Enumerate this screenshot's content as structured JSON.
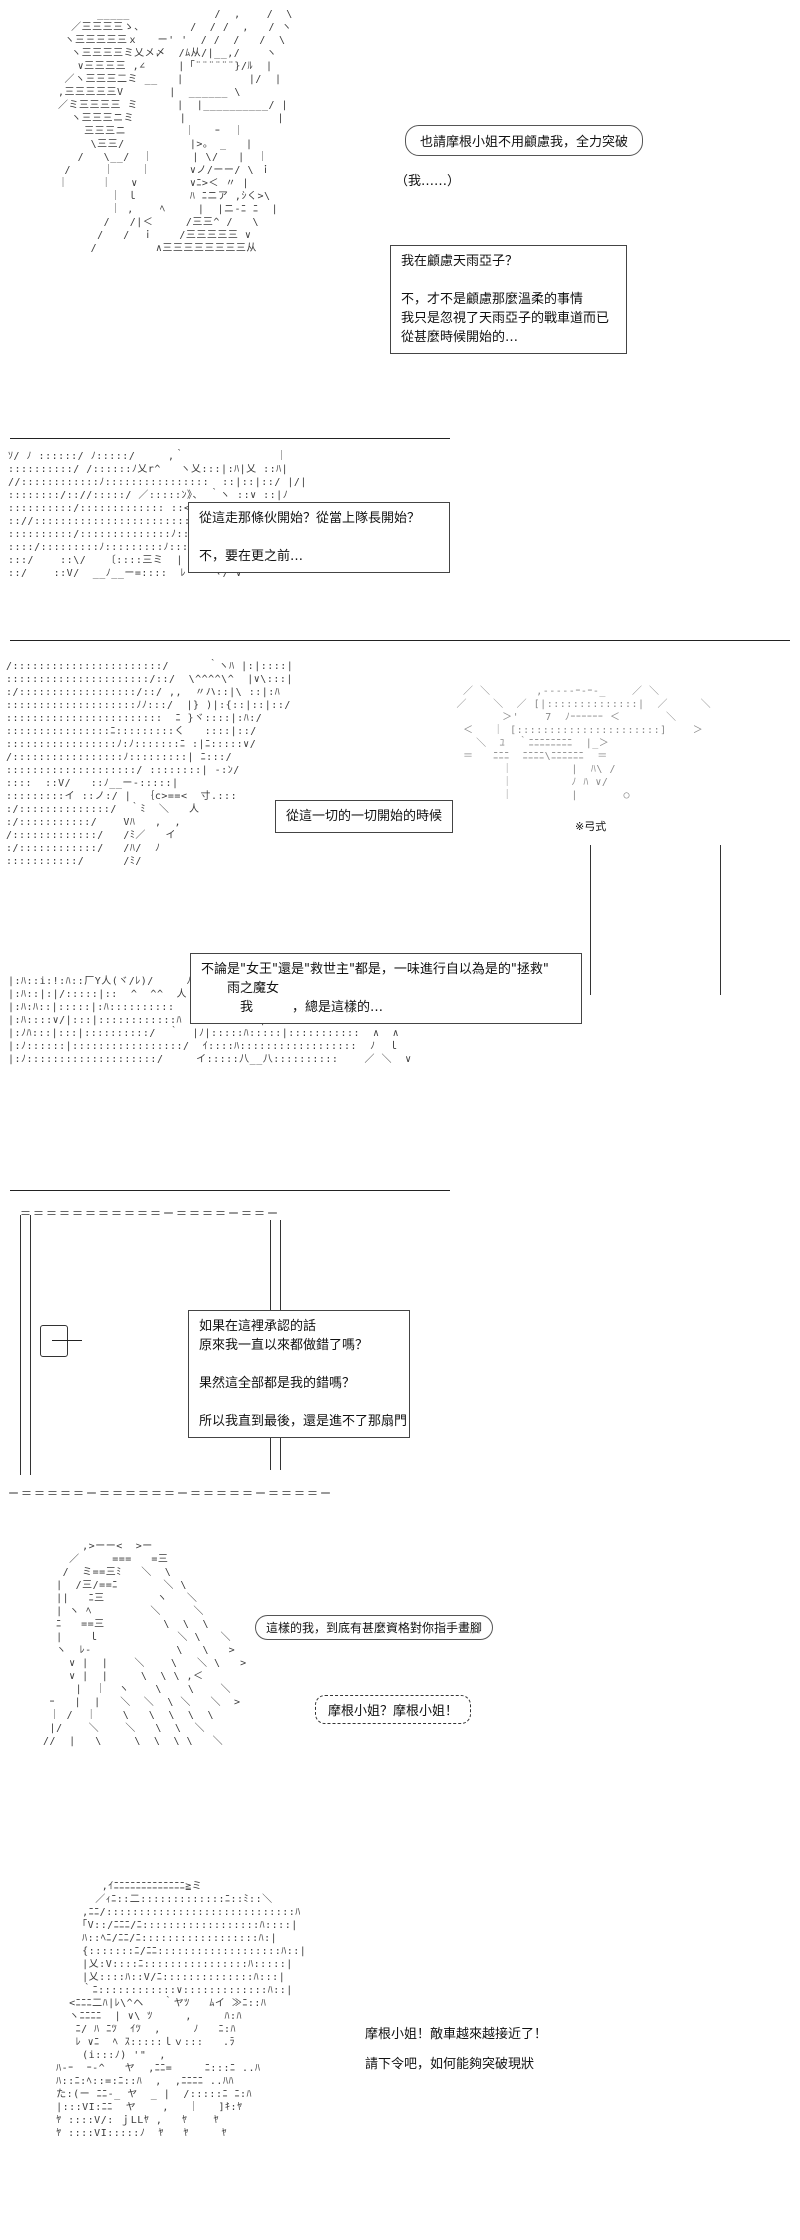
{
  "panels": [
    {
      "texts": {
        "bubble": "也請摩根小姐不用顧慮我，全力突破",
        "aside": "（我……）",
        "box": "我在顧慮天雨亞子？\n\n不，才不是顧慮那麼溫柔的事情\n我只是忽視了天雨亞子的戰車道而已\n從甚麼時候開始的…"
      }
    },
    {
      "texts": {
        "box": "從這走那條伙開始？從當上隊長開始？\n\n不，要在更之前…"
      }
    },
    {
      "texts": {
        "box1": "從這一切的一切開始的時候",
        "box2": "不論是\"女王\"還是\"救世主\"都是，一味進行自以為是的\"拯救\"\n　　雨之魔女\n　　　我　　　，總是這樣的…",
        "sign": "※弓式"
      }
    },
    {
      "texts": {
        "box": "如果在這裡承認的話\n原來我一直以來都做錯了嗎？\n\n果然這全部都是我的錯嗎？\n\n所以我直到最後，還是進不了那扇門"
      }
    },
    {
      "texts": {
        "thought": "這樣的我，到底有甚麼資格對你指手畫腳",
        "shout": "摩根小姐？摩根小姐！"
      }
    },
    {
      "texts": {
        "line1": "摩根小姐！敵車越來越接近了！",
        "line2": "請下令吧，如何能夠突破現狀"
      }
    }
  ],
  "ascii": {
    "p1_left": "        _____             /  ,    /  \\\n    ／三三三三ゝ、       /  / /  ,   / ヽ\n   ヽ三三三三三ｘ   ー' '  / /  /   /  \\\n    ヽ三三三三ミ乂メ〆  /ﾑ从/|__,/    ヽ\n     ∨三三三三 ,∠     |「¨¨¨¨¨¨}/ﾙ  |\n   ／ヽ三三三二ミ __   |          |/  |\n  ,三三三三三V       |  ______ \\\n  ／ミ三三三三 ミ      |  |__________/ |\n    ヽ三三三ニミ       |              |\n      三三三ニ         ｜   ｰ  ｜\n       \\三三/          |>。 _   |\n     /   \\__/  ｜      | \\/   |  ｜\n   /     ｜    ｜      ∨ノ/ーー/ \\ ｉ\n  ｜     ｜   ∨        ∨ﾆ>＜ 〃 |\n          ｜ ｌ        ﾊ ﾆニア ,ｼく>\\\n          ｜ ,    ﾍ     |  |ニ-ﾆ ﾆ  |\n         /   /|＜     /三三^ /   \\\n        /   /  ｉ    /三三三三三 ∨\n       /         ∧三三三三三三三三从",
    "p2_left": "ｿ/ ﾉ ::::::/ ﾉ:::::/     ,｀              ｜\n::::::::::/ /::::::ﾉ乂r^   ヽ乂:::|:ﾊ|乂 ::ﾊ|\n//::::::::::::ﾉ::::::::::::::::  ::|::|::/ |/|\n::::::::/:://:::::/ ／:::::ﾝ》、 ｀ヽ ::∨ ::|ﾉ\n::::::::::/::::::::::::: ::<::く::=  ::|ﾉ\n:://:::::::::::::::::::::::::ﾉ:::/   ﾍ\n::::::::::/::::::::::::::ﾉ:::ﾝ  ーｒ-:/\n::::/:::::::::ﾉ:::::::::ﾉ:::::ﾉ    =::/\n:::/    ::\\/   〔::::三ミ  |    へ ﾝﾝ/7_\n::/    ::V/  __ﾉ__ー=::::  ﾚ    ヽ/ ∨",
    "p3_left": "/:::::::::::::::::::::::/      ｀ヽﾊ |:|::::|\n::::::::::::::::::::::/::/  \\^^^^\\^  |∨\\:::|\n:/::::::::::::::::::/::/ ,,  〃ハ::|\\ ::|:ﾊ\n::::::::::::::::::::ﾉﾉ:::/  |} )|:{::|::|::/\n::::::::::::::::::::::::  ﾆ }ヾ::::|:ﾊ:/\n::::::::::::::::ﾆ:::::::::く   ::::|::/\n:::::::::::::::::ﾉ:ﾉ:::::::ﾆ :|ﾆ:::::∨/\n/:::::::::::::::::ﾉ:::::::::| ﾆ:::/\n::::::::::::::::::::/ ::::::::| -:ﾝ/\n::::  ::V/   ::ﾉ__ー-:::::|\n:::::::::イ ::ノ:/ |  ｛c>==<  寸.:::\n:/::::::::::::::/  ｀ﾐ  ＼   人\n:/:::::::::::/    Vﾊ   ,  ,\n/:::::::::::::/   /ﾐ／   イ\n:/::::::::::::/   /ﾊ/  ﾉ\n:::::::::::/      /ﾐ/",
    "p3_right": "  ／ ＼       ,-----ｰ-ｰ-_    ／ ＼\n ／    ＼  ／ [|::::::::::::::|  ／     ＼\n        ＞'    7  ﾉｰｰｰｰｰｰ ＜       ＼\n  ＜   ｜ [::::::::::::::::::::::]    ＞\n    ＼  ﾕ  ｀ﾆﾆﾆﾆﾆﾆﾆﾆ  |_＞\n  ＝   ﾆﾆﾆ  ﾆﾆﾆﾆ\\ﾆﾆﾆﾆﾆﾆ  ＝\n        ｜         |  ﾊ\\ / \n        ｜         ﾉ ﾊ ∨/\n        ｜         |       ○",
    "p3_bottom": "|:ﾊ::i:!:ﾊ::厂Y人(ヾ/ﾚ)/     ﾉﾉ:|:::|:::ﾊ::|:::::/:::|   ∨||  ∨:\\    ｜\n|:ﾊ::|:|/:::::|::  ^  ^^  人     =:i:ﾆ:/::|:/:|::::::::|  ||  \\ ∨  ｜\n|:ﾊ:ﾊ::|:::::|:ﾊ::::::::::    -ｲ:::=::ﾆ:/::く:|:::ﾊ:::|:ﾊ    ∥o) ー(  ∨\n|:ﾊ::::∨/|:::|::::::::::::ﾊ   イ::::ﾉ三ﾝ|ﾍ:::::ﾊ:::/   ∥  ヽ   ∨\n|:ﾉﾊ:::|:::|::::::::::/  ｀  |ﾉ|:::::ﾊ:::::|:::::::::::  ∧  ∧\n|:ﾉ::::::|:::::::::::::::::/  ｲ::::ﾊ::::::::::::::::::  ﾉ  ｌ\n|:ﾉ::::::::::::::::::::/     イ:::::八__八::::::::::    ／ ＼  ∨",
    "p5": "        ,>ーー<  >ー\n      ／     ===   =三\n     /  ミ==三ﾐ   ＼  \\\n    |  /三/==ﾆ       ＼ \\\n    ||   ﾆ三        ヽ   ＼\n    | ヽ ﾍ         ＼     ＼\n    ﾆ   ==三         \\  \\  \\\n    |    ｌ            ＼ \\   ＼\n    ヽ  ﾚ-             \\   \\   >\n      ∨ |  |    ＼    \\   ＼ \\   >\n      ∨ |  |     \\  \\ \\ ,＜\n       |  ｜  ヽ    \\    \\    ＼\n   ｰ   |  |   ＼  ＼  \\ ＼   ＼  >\n   ｜ /  ｜    \\   \\  \\  \\  \\\n   |/    ＼    ＼   \\  \\  ＼\n  //  |   \\     \\  \\  \\ \\   ＼",
    "p6": "           ,ｲﾆﾆﾆﾆﾆﾆﾆﾆﾆﾆﾆﾆﾆ≧ミ\n          ／ｨﾆ::二:::::::::::::ﾆ::ﾐ::＼\n        ,ﾆﾆ/:::::::::::::::::::::::::::::ﾊ\n        ｢V::/ﾆﾆﾆ/ﾆ::::::::::::::::::ﾊ::::|\n        ﾊ::ﾍﾆ/ﾆﾆ/ﾆ::::::::::::::::::ﾊ:|\n        {:::::::ﾆ/ﾆﾆ:::::::::::::::::::ﾊ::|\n        |乂:V::::ﾆ::::::::::::::::ﾊ:::::|\n        |乂::::ﾊ::V/ﾆ::::::::::::::ﾊ:::|\n        ｀ﾆ::::::::::::∨:::::::::::::ﾊ::|\n      <ﾆﾆﾆ二ﾊ|ﾚ\\^ヘ   ｀ヤﾂ   ﾑイ ≫ﾆ::ﾊ\n      ヽﾆﾆﾆﾆ  | ∨\\ ﾂ     ,     ﾊ:ﾊ\n       ﾆ/ ﾊ ﾆﾂ  ｲﾂ  ,     ﾉ   ﾆ:ﾊ\n       ﾚ ∨ﾆ  ﾍ ｽ:::::ｌｖ:::   .ﾗ\n        (i:::ﾉ) '\"  ,\n    ﾊ-ｰ  ｰ-^   ヤ  ,ﾆﾆ=     ﾆ:::ﾆ ..ﾊ\n    ﾊ::ﾆ:ﾍ::=:ﾆ::ﾊ  ,  ,ﾆﾆﾆﾆ ..ﾊﾊ\n    た:(ー ﾆﾆ-_ ヤ  _ |  /:::::ﾆ ﾆ:ﾊ\n    |:::VI:ﾆﾆ  ヤ    ,   ｜   ]ｷ:ﾔ\n    ﾔ ::::V/: ｊLLﾔ ,   ﾔ    ﾔ\n    ﾔ ::::VI:::::ﾉ  ﾔ   ﾔ     ﾔ"
  }
}
